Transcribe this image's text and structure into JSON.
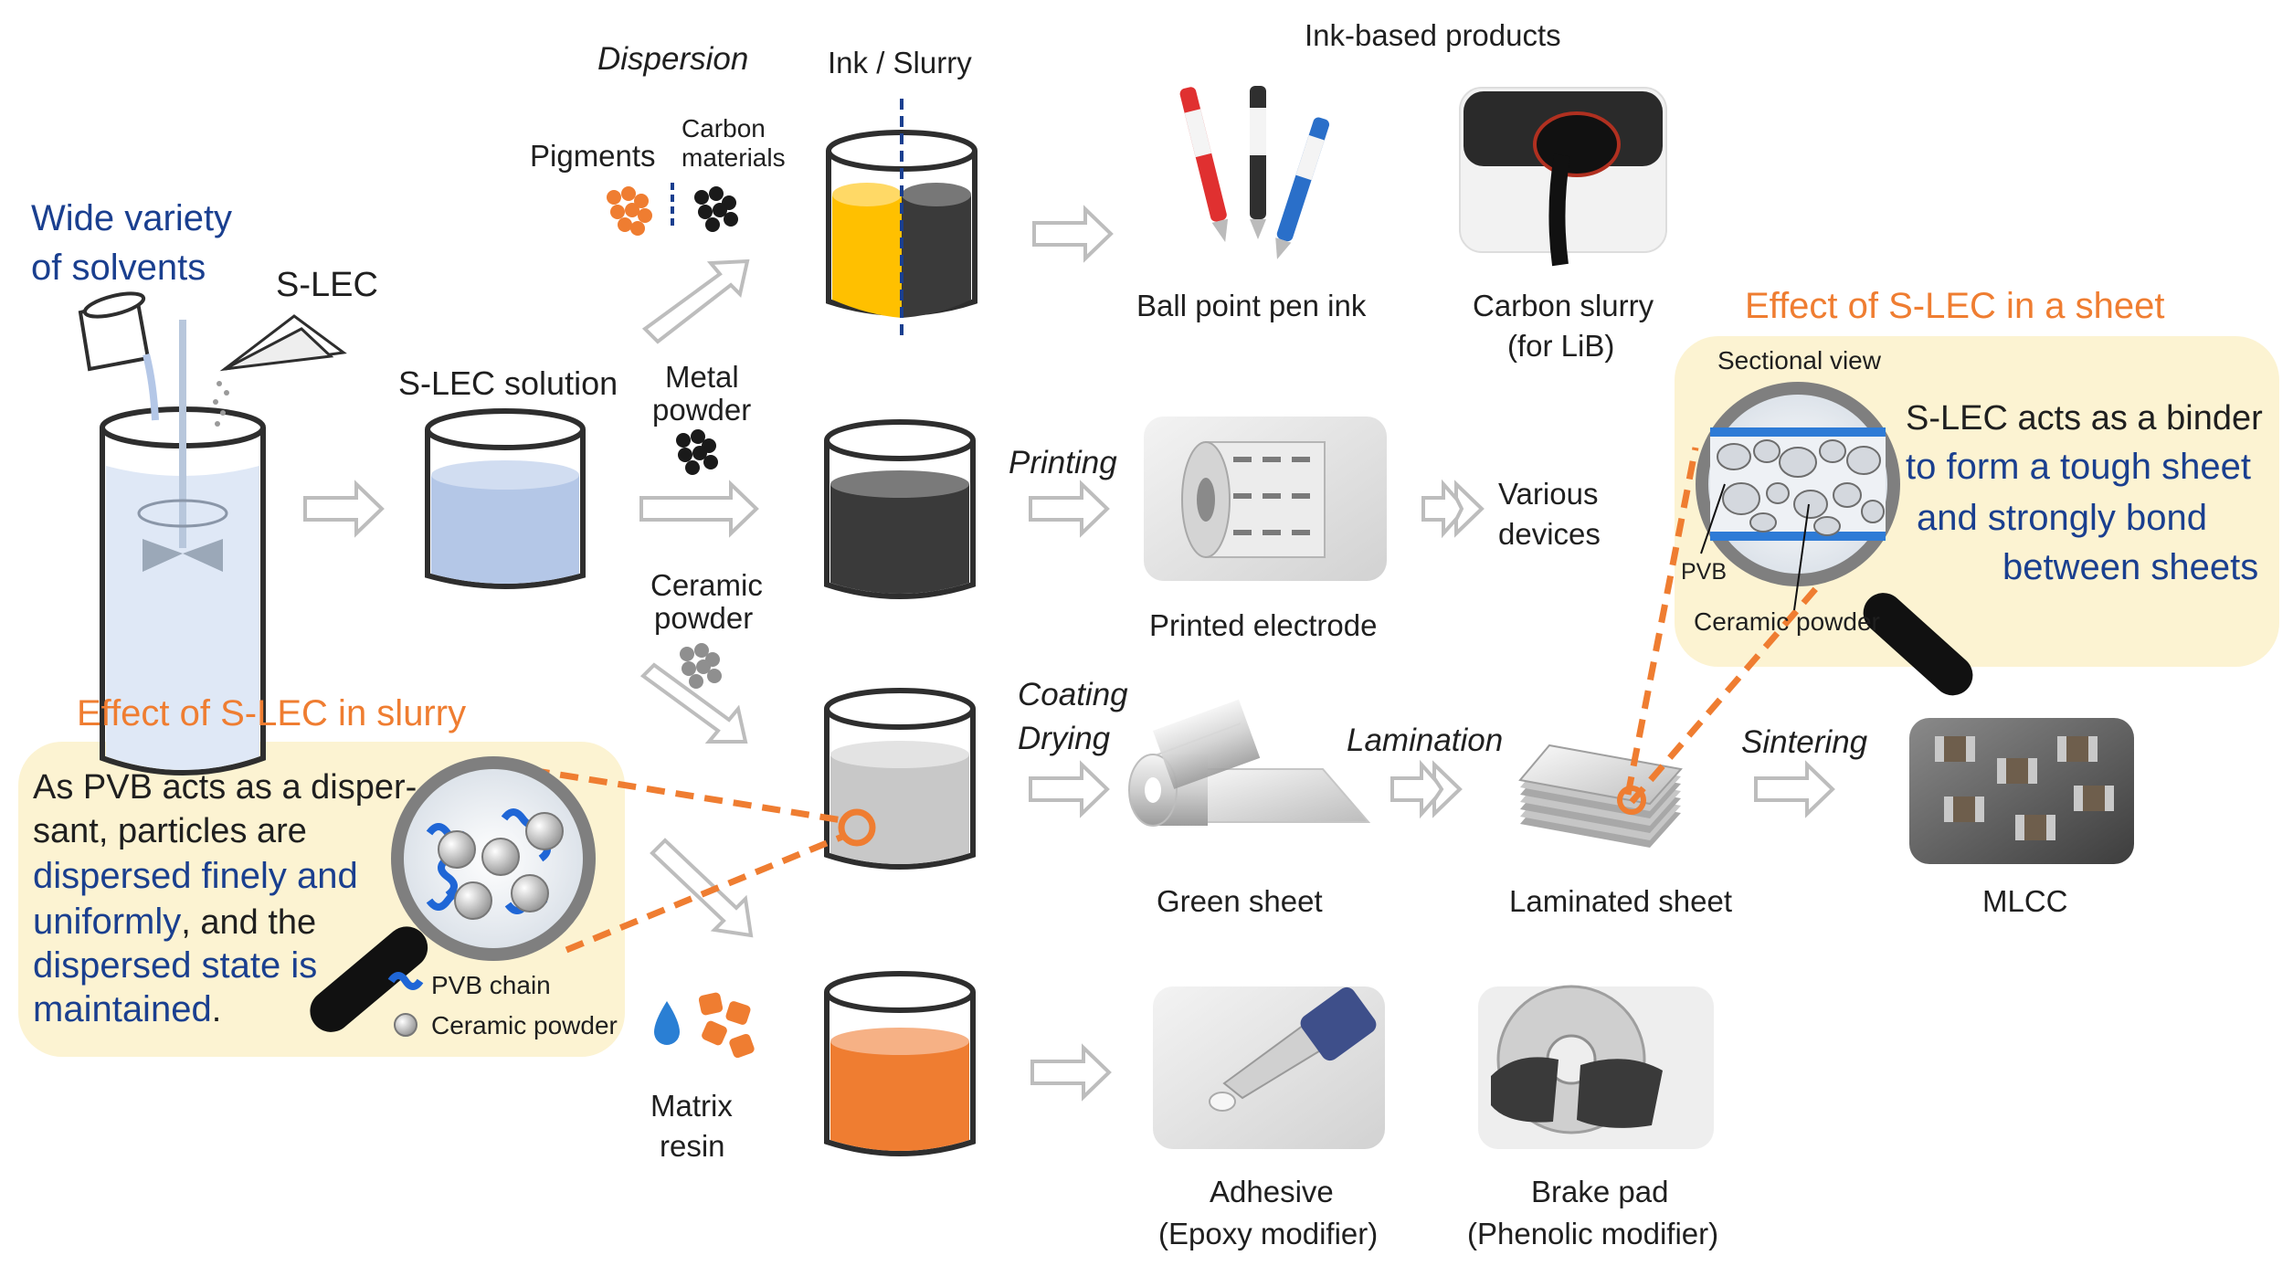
{
  "labels": {
    "wide_variety_1": "Wide variety",
    "wide_variety_2": "of solvents",
    "slec": "S-LEC",
    "slec_solution": "S-LEC solution",
    "dispersion": "Dispersion",
    "ink_slurry": "Ink / Slurry",
    "ink_based_products": "Ink-based products",
    "pigments": "Pigments",
    "carbon_1": "Carbon",
    "carbon_2": "materials",
    "metal_1": "Metal",
    "metal_2": "powder",
    "ceramic_1": "Ceramic",
    "ceramic_2": "powder",
    "matrix_1": "Matrix",
    "matrix_2": "resin",
    "printing": "Printing",
    "coating": "Coating",
    "drying": "Drying",
    "lamination": "Lamination",
    "sintering": "Sintering",
    "ball_point": "Ball point pen ink",
    "carbon_slurry_1": "Carbon slurry",
    "carbon_slurry_2": "(for LiB)",
    "printed_electrode": "Printed electrode",
    "various_1": "Various",
    "various_2": "devices",
    "green_sheet": "Green sheet",
    "laminated_sheet": "Laminated sheet",
    "mlcc": "MLCC",
    "adhesive_1": "Adhesive",
    "adhesive_2": "(Epoxy modifier)",
    "brake_1": "Brake pad",
    "brake_2": "(Phenolic modifier)"
  },
  "sheet_box": {
    "title": "Effect of S-LEC in a sheet",
    "sectional_view": "Sectional view",
    "line1": "S-LEC acts as a binder",
    "line2": "to form a tough sheet",
    "line3": "and strongly bond",
    "line4": "between sheets",
    "pvb": "PVB",
    "ceramic_powder": "Ceramic powder"
  },
  "slurry_box": {
    "title": "Effect of S-LEC in slurry",
    "line1": "As PVB acts as a disper-",
    "line2": "sant, particles are",
    "line3": "dispersed finely and",
    "line4a": "uniformly",
    "line4b": ", and the",
    "line5": "dispersed state is",
    "line6a": "maintained",
    "line6b": ".",
    "legend_pvb": "PVB chain",
    "legend_ceramic": "Ceramic powder"
  },
  "colors": {
    "accent_orange": "#ef7d31",
    "text_blue": "#1a3f8f",
    "callout_bg": "#fcf3d2",
    "solution_blue": "#b4c7e7",
    "ink_yellow": "#ffc000",
    "ink_dark": "#3a3a3a",
    "ceramic_gray": "#c8c8c8",
    "resin_orange": "#ef7d31"
  }
}
